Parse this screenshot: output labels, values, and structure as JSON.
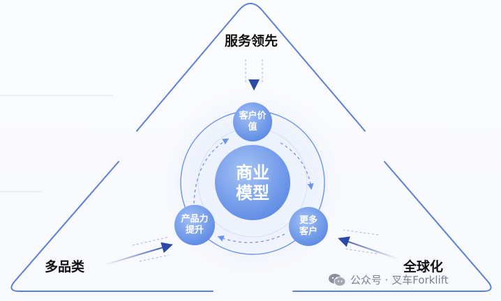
{
  "diagram": {
    "vertices": {
      "top": "服务领先",
      "left": "多品类",
      "right": "全球化"
    },
    "center": {
      "line1": "商业",
      "line2": "模型"
    },
    "cycle_nodes": {
      "top": {
        "line1": "客户价",
        "line2": "值"
      },
      "right": {
        "line1": "更多",
        "line2": "客户"
      },
      "left": {
        "line1": "产品力",
        "line2": "提升"
      }
    }
  },
  "watermark": {
    "text": "公众号 · 叉车Forklift"
  },
  "colors": {
    "triangle_stroke": "#5b7fd6",
    "node_fill_light": "#8fb2f2",
    "node_fill_dark": "#5a88e6",
    "ring": "#6e94e8",
    "arrow": "#2b4aa8"
  }
}
